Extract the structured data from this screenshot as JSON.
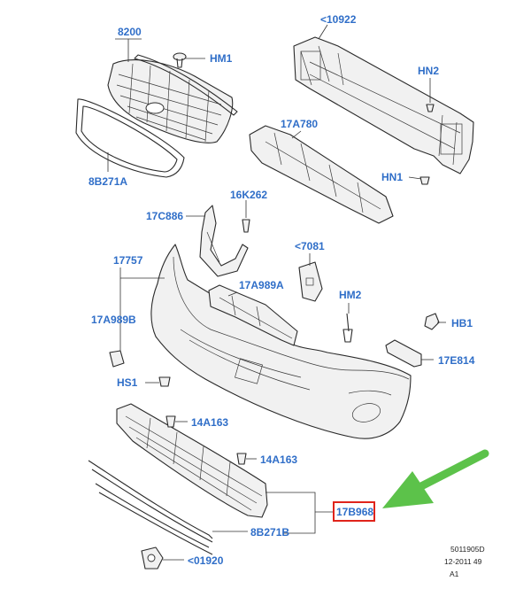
{
  "diagram": {
    "labels": [
      {
        "key": "l8200",
        "text": "8200"
      },
      {
        "key": "lHM1",
        "text": "HM1"
      },
      {
        "key": "l10922",
        "text": "<10922"
      },
      {
        "key": "lHN2",
        "text": "HN2"
      },
      {
        "key": "l17A780",
        "text": "17A780"
      },
      {
        "key": "l8B271A",
        "text": "8B271A"
      },
      {
        "key": "lHN1",
        "text": "HN1"
      },
      {
        "key": "l16K262",
        "text": "16K262"
      },
      {
        "key": "l17C886",
        "text": "17C886"
      },
      {
        "key": "l7081",
        "text": "<7081"
      },
      {
        "key": "l17757",
        "text": "17757"
      },
      {
        "key": "l17A989A",
        "text": "17A989A"
      },
      {
        "key": "lHM2",
        "text": "HM2"
      },
      {
        "key": "l17A989B",
        "text": "17A989B"
      },
      {
        "key": "lHB1",
        "text": "HB1"
      },
      {
        "key": "l17E814",
        "text": "17E814"
      },
      {
        "key": "lHS1",
        "text": "HS1"
      },
      {
        "key": "l14A163a",
        "text": "14A163"
      },
      {
        "key": "l14A163b",
        "text": "14A163"
      },
      {
        "key": "l17B968",
        "text": "17B968"
      },
      {
        "key": "l8B271B",
        "text": "8B271B"
      },
      {
        "key": "l01920",
        "text": "<01920"
      }
    ],
    "reference": [
      "5011905D",
      "12-2011 49",
      "A1"
    ],
    "colors": {
      "label": "#2f6ec8",
      "highlight": "#e0241b",
      "arrow": "#5cc24a"
    }
  }
}
